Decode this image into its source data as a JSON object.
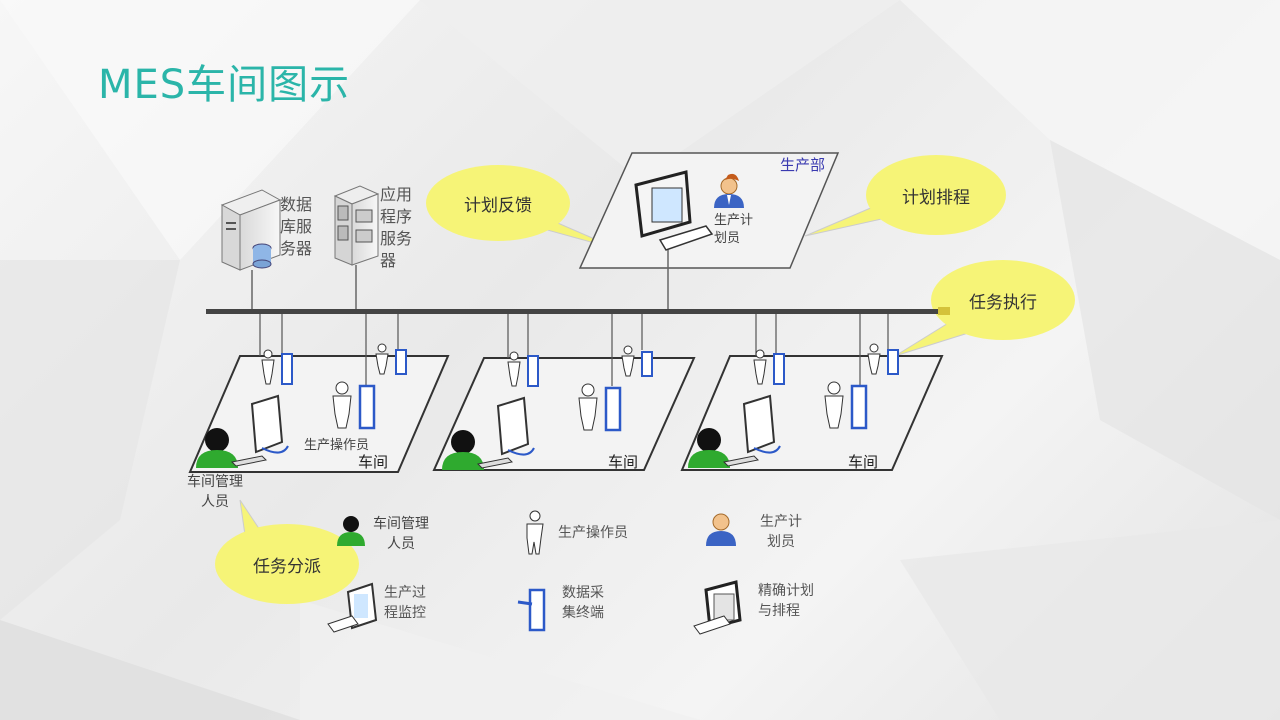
{
  "title": "MES车间图示",
  "servers": {
    "db_server": "数据库服务器",
    "app_server": "应用程序服务器"
  },
  "production_dept": {
    "label": "生产部",
    "planner": "生产计划员"
  },
  "bubbles": {
    "plan_feedback": "计划反馈",
    "plan_schedule": "计划排程",
    "task_execute": "任务执行",
    "task_dispatch": "任务分派"
  },
  "workshops": [
    {
      "label": "车间",
      "operator_label": "生产操作员",
      "manager_label": "车间管理人员"
    },
    {
      "label": "车间"
    },
    {
      "label": "车间"
    }
  ],
  "legend": {
    "manager": "车间管理人员",
    "operator": "生产操作员",
    "planner": "生产计划员",
    "process_monitor": "生产过程监控",
    "data_terminal": "数据采集终端",
    "precise_plan": "精确计划与排程"
  },
  "colors": {
    "title": "#2bb5a9",
    "bubble": "#f6f477",
    "manager_green": "#2faa2f",
    "terminal_blue": "#2c59c8",
    "dept_text": "#3a3ab0"
  }
}
